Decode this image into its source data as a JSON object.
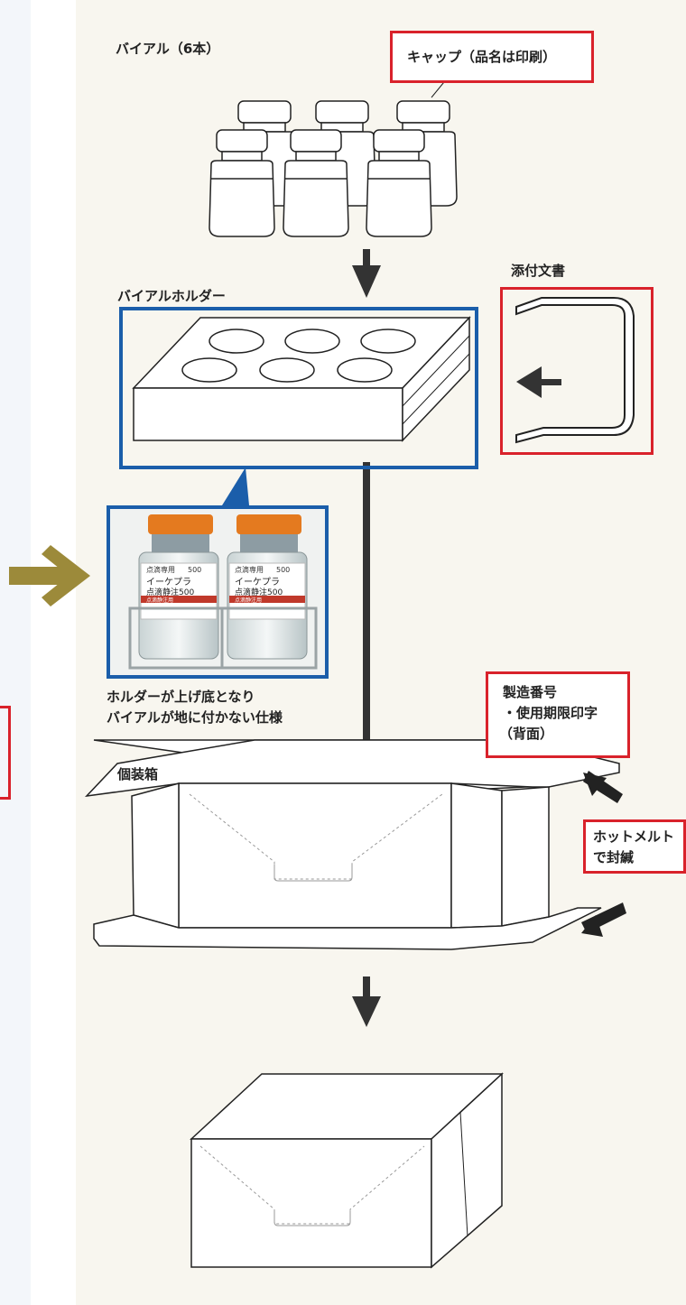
{
  "labels": {
    "vials": "バイアル（6本）",
    "cap": "キャップ（品名は印刷）",
    "holder": "バイアルホルダー",
    "insert": "添付文書",
    "holder_note_line1": "ホルダーが上げ底となり",
    "holder_note_line2": "バイアルが地に付かない仕様",
    "lot_line1": "製造番号",
    "lot_line2": "・使用期限印字",
    "lot_line3": "（背面）",
    "box": "個装箱",
    "hotmelt_line1": "ホットメルト",
    "hotmelt_line2": "で封緘"
  },
  "photo": {
    "vial_text_1": "点滴専用",
    "vial_text_2": "500",
    "vial_text_3": "イーケプラ",
    "vial_text_4": "点滴静注500",
    "vial_text_5": "点滴静注用"
  },
  "colors": {
    "highlight_red": "#d9222b",
    "holder_blue": "#1b5eaa",
    "arrow_gold": "#9c8a3a",
    "arrow_dark": "#333333",
    "panel_bg": "#f8f6ef"
  },
  "icons": {
    "flow_arrow": "arrow-down-icon",
    "side_arrow": "arrow-right-icon"
  }
}
